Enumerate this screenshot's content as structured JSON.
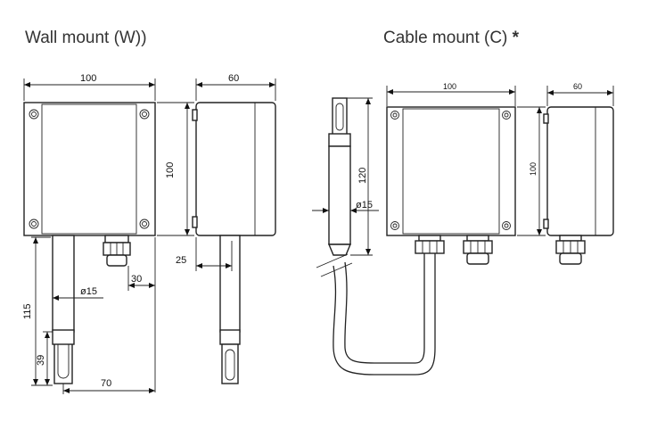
{
  "titles": {
    "wall": "Wall mount (W))",
    "cable": "Cable mount (C)",
    "asterisk": "*"
  },
  "wall_dims": {
    "width": "100",
    "depth": "60",
    "height": "100",
    "offset_25": "25",
    "offset_30": "30",
    "probe_dia": "ø15",
    "probe_len": "115",
    "sensor_len": "39",
    "probe_pos": "70"
  },
  "cable_dims": {
    "width": "100",
    "depth": "60",
    "height": "100",
    "probe_len": "120",
    "probe_dia": "ø15"
  }
}
